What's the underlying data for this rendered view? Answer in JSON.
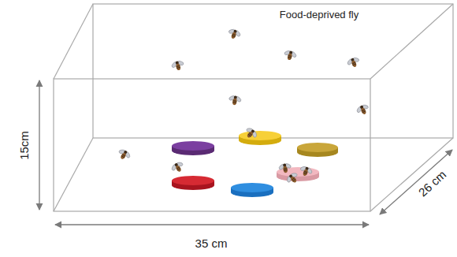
{
  "diagram": {
    "labels": [
      "Food-deprived fly",
      "15cm",
      "35 cm",
      "26 cm"
    ]
  }
}
